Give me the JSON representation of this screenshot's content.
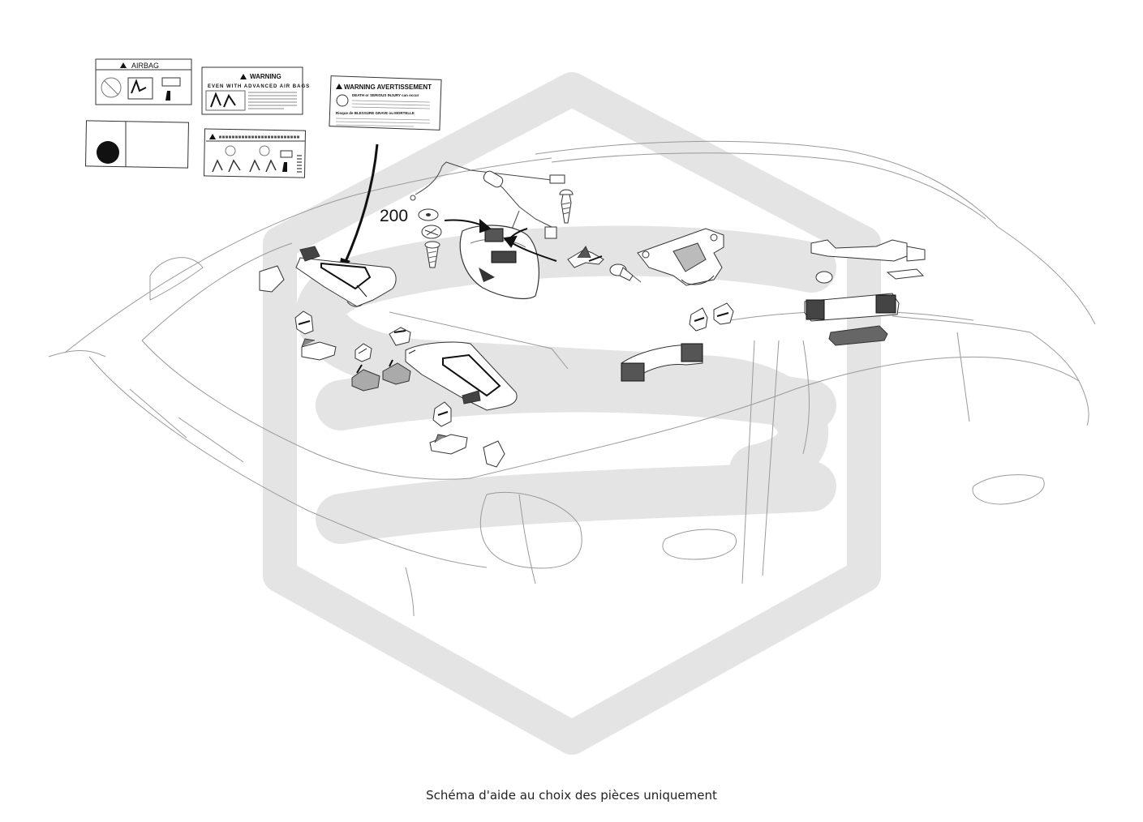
{
  "callout": {
    "part_number": "200"
  },
  "labels": {
    "airbag_title": "AIRBAG",
    "warning_title": "WARNING",
    "warning_subtitle": "EVEN WITH ADVANCED AIR BAGS",
    "bilingual_title": "WARNING AVERTISSEMENT",
    "bilingual_line1": "DEATH or SERIOUS INJURY can occur",
    "bilingual_line2": "Risque de BLESSURE GRAVE ou MORTELLE"
  },
  "watermark": {
    "color": "#e4e4e4"
  },
  "caption": "Schéma d'aide au choix des pièces uniquement"
}
